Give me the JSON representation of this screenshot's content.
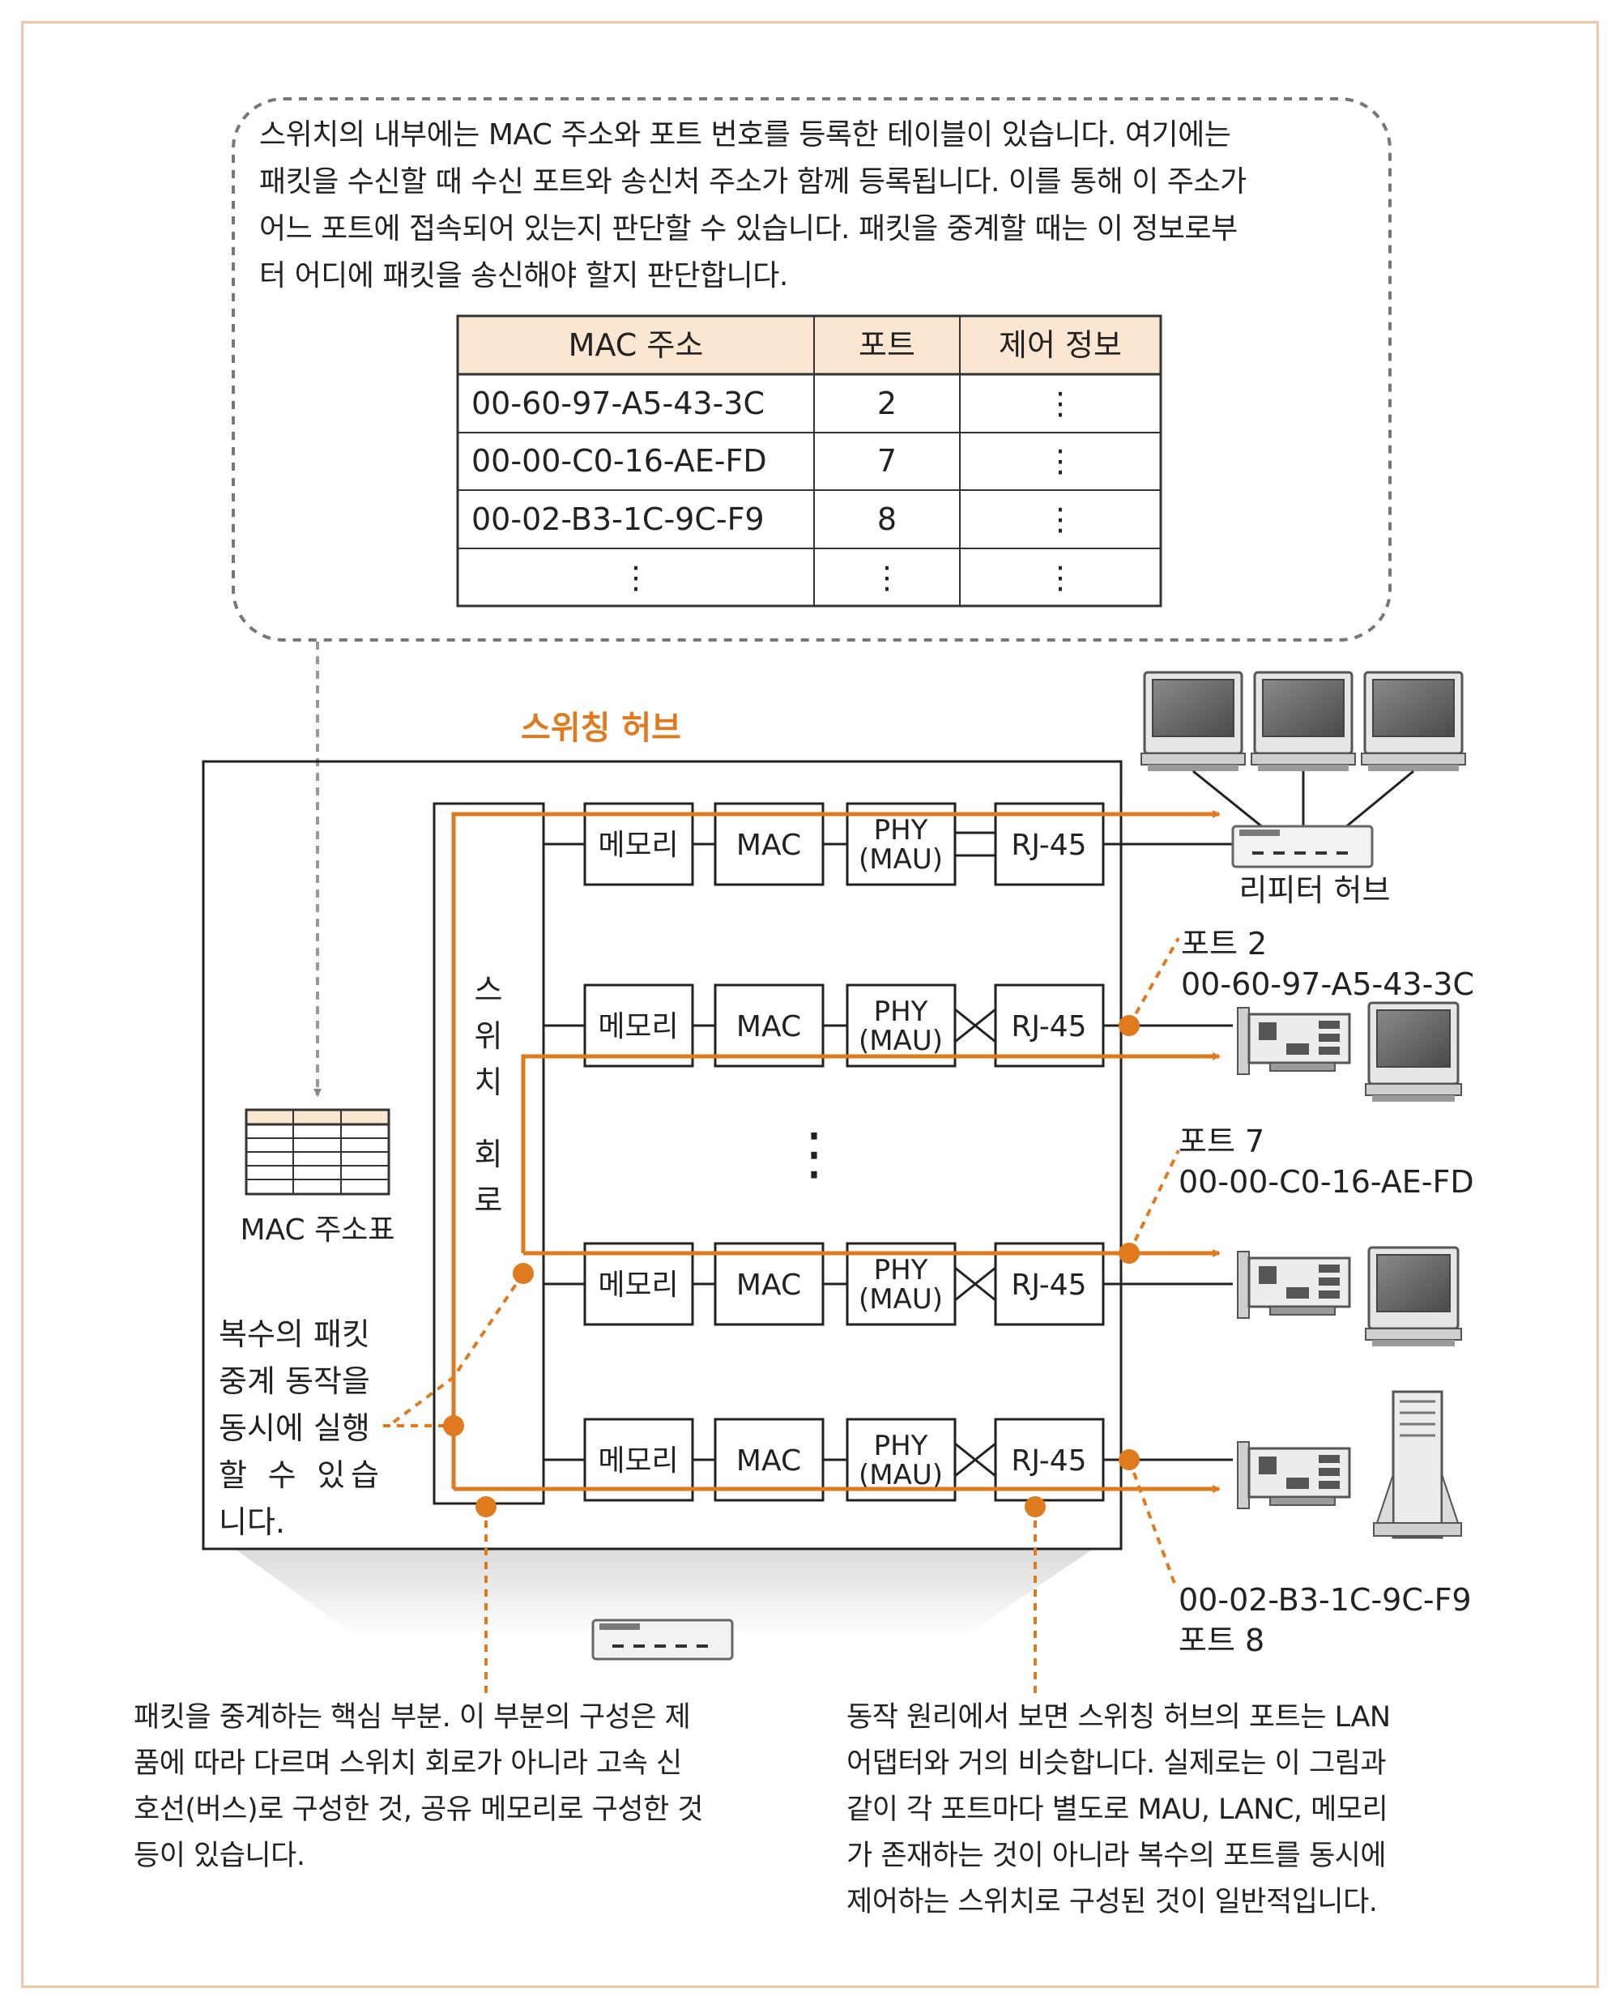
{
  "intro_lines": [
    "스위치의 내부에는 MAC 주소와 포트 번호를 등록한 테이블이 있습니다. 여기에는",
    "패킷을 수신할 때 수신 포트와 송신처 주소가 함께 등록됩니다. 이를 통해 이 주소가",
    "어느 포트에 접속되어 있는지 판단할 수 있습니다. 패킷을 중계할 때는 이 정보로부",
    "터 어디에 패킷을 송신해야 할지 판단합니다."
  ],
  "mac_table": {
    "headers": [
      "MAC 주소",
      "포트",
      "제어 정보"
    ],
    "rows": [
      [
        "00-60-97-A5-43-3C",
        "2",
        "⋮"
      ],
      [
        "00-00-C0-16-AE-FD",
        "7",
        "⋮"
      ],
      [
        "00-02-B3-1C-9C-F9",
        "8",
        "⋮"
      ],
      [
        "⋮",
        "⋮",
        "⋮"
      ]
    ]
  },
  "hub_title": "스위칭 허브",
  "switch_circuit_label": [
    "스",
    "위",
    "치",
    "회",
    "로"
  ],
  "mac_table_icon_label": "MAC 주소표",
  "components": {
    "memory": "메모리",
    "mac": "MAC",
    "phy_line1": "PHY",
    "phy_line2": "(MAU)",
    "rj45": "RJ-45"
  },
  "vdots": "⋮",
  "repeater_hub_label": "리피터 허브",
  "port2": {
    "label": "포트 2",
    "mac": "00-60-97-A5-43-3C"
  },
  "port7": {
    "label": "포트 7",
    "mac": "00-00-C0-16-AE-FD"
  },
  "port8": {
    "label": "포트 8",
    "mac": "00-02-B3-1C-9C-F9"
  },
  "multi_relay_lines": [
    "복수의 패킷",
    "중계 동작을",
    "동시에 실행",
    "할 수 있습",
    "니다."
  ],
  "core_note_lines": [
    "패킷을 중계하는 핵심 부분. 이 부분의 구성은 제",
    "품에 따라 다르며 스위치 회로가 아니라 고속 신",
    "호선(버스)로 구성한 것, 공유 메모리로 구성한 것",
    "등이 있습니다."
  ],
  "port_note_lines": [
    "동작 원리에서 보면 스위칭 허브의 포트는 LAN",
    "어댑터와 거의 비슷합니다. 실제로는 이 그림과",
    "같이 각 포트마다 별도로 MAU, LANC, 메모리",
    "가 존재하는 것이 아니라 복수의 포트를 동시에",
    "제어하는 스위치로 구성된 것이 일반적입니다."
  ],
  "colors": {
    "accent": "#e07a1f",
    "table_header": "#fbe6d2",
    "frame": "#f0c7a4",
    "gray_arrow": "#9a9a9a"
  }
}
